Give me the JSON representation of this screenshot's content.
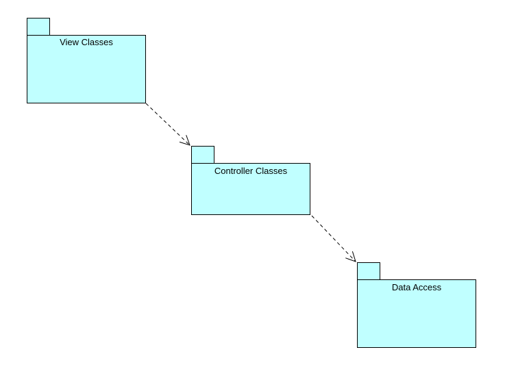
{
  "diagram": {
    "type": "uml-package-diagram",
    "fill_color": "#c0ffff",
    "stroke_color": "#000000",
    "packages": [
      {
        "id": "view",
        "label": "View Classes"
      },
      {
        "id": "controller",
        "label": "Controller Classes"
      },
      {
        "id": "data",
        "label": "Data Access"
      }
    ],
    "dependencies": [
      {
        "from": "view",
        "to": "controller",
        "style": "dashed",
        "arrow": "open"
      },
      {
        "from": "controller",
        "to": "data",
        "style": "dashed",
        "arrow": "open"
      }
    ]
  }
}
